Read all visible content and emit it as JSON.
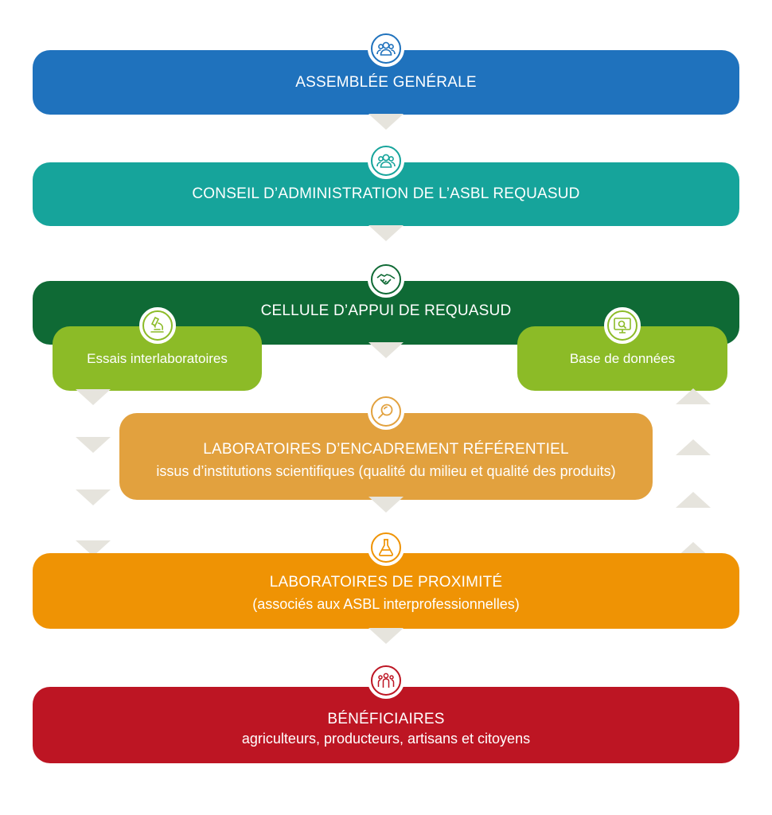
{
  "colors": {
    "assemblee": "#1f72bd",
    "conseil": "#16a49b",
    "cellule": "#0f6a35",
    "lime": "#8cbb27",
    "encadrement": "#e2a13e",
    "proximite": "#ef9304",
    "beneficiaires": "#bd1523",
    "arrow": "#e6e4dd"
  },
  "icons": {
    "assemblee": "group-icon",
    "conseil": "group-icon",
    "cellule": "handshake-icon",
    "essais": "microscope-icon",
    "base": "database-screen-icon",
    "encadrement": "magnifier-icon",
    "proximite": "flask-icon",
    "beneficiaires": "people-icon"
  },
  "diagram": {
    "assemblee": {
      "title": "ASSEMBLÉE GENÉRALE"
    },
    "conseil": {
      "title": "CONSEIL D’ADMINISTRATION DE L’ASBL REQUASUD"
    },
    "cellule": {
      "title": "CELLULE D’APPUI DE REQUASUD"
    },
    "essais": {
      "title": "Essais interlaboratoires"
    },
    "base": {
      "title": "Base de données"
    },
    "encadrement": {
      "title": "LABORATOIRES D’ENCADREMENT RÉFÉRENTIEL",
      "subtitle": "issus d’institutions scientifiques (qualité du milieu et qualité des produits)"
    },
    "proximite": {
      "title": "LABORATOIRES DE PROXIMITÉ",
      "subtitle": "(associés aux ASBL interprofessionnelles)"
    },
    "beneficiaires": {
      "title": "BÉNÉFICIAIRES",
      "subtitle": "agriculteurs, producteurs, artisans et citoyens"
    }
  }
}
